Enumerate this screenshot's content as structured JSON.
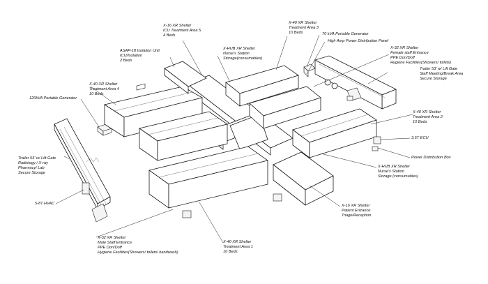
{
  "labels": {
    "x16_area5": [
      "X-16 XR Shelter",
      "ICU Treatment Area 5",
      "4 Beds"
    ],
    "x40_area3": [
      "X-40 XR Shelter",
      "Treatment Area 3",
      "10 Beds"
    ],
    "gen70": [
      "70 kVA Portable Generator"
    ],
    "power_panel": [
      "High Amp Power Distribution Panel"
    ],
    "asap18": [
      "ASAP-18 Isolation Unit",
      "ICU/Isolation",
      "2 Beds"
    ],
    "xhub_top": [
      "X-HUB XR Shelter",
      "Nurse's Station",
      "Storage(consumables)"
    ],
    "x32_female": [
      "X-32 XR Shelter",
      "Female staff Entrance",
      "PPE Don/Doff",
      "Hygiene Facilities(Showers/ toilets)"
    ],
    "trailer_staff": [
      "Trailer 53' w/ Lift Gate",
      "Staff Meeting/Break Area",
      "Secure Storage"
    ],
    "x40_area4": [
      "X-40 XR Shelter",
      "Treatment Area 4",
      "10 Beds"
    ],
    "gen120": [
      "120kVA Portable Generator"
    ],
    "x40_area2": [
      "X-40 XR Shelter",
      "Treatment Area 2",
      "10 Beds"
    ],
    "ecu35": [
      "3.5T ECU"
    ],
    "pdb": [
      "Power Distribution Box"
    ],
    "trailer_radiology": [
      "Trailer 53' w/ Lift Gate",
      "Radiology / X-ray",
      "Pharmacy/ Lab",
      "Secure Storage"
    ],
    "xhub_bottom": [
      "X-HUB XR Shelter",
      "Nurse's Station",
      "Storage (consumables)"
    ],
    "hvac": [
      "5-8T HVAC"
    ],
    "x16_triage": [
      "X-16 XR Shelter",
      "Patient Entrance",
      "Triage/Reception"
    ],
    "x32_male": [
      "X-32 XR Shelter",
      "Male Staff Entrance",
      "PPE Don/Doff",
      "Hygiene Facilities(Showers/ toilets/ handwash)"
    ],
    "x40_area1": [
      "X-40 XR Shelter",
      "Treatment Area 1",
      "10 Beds"
    ]
  }
}
